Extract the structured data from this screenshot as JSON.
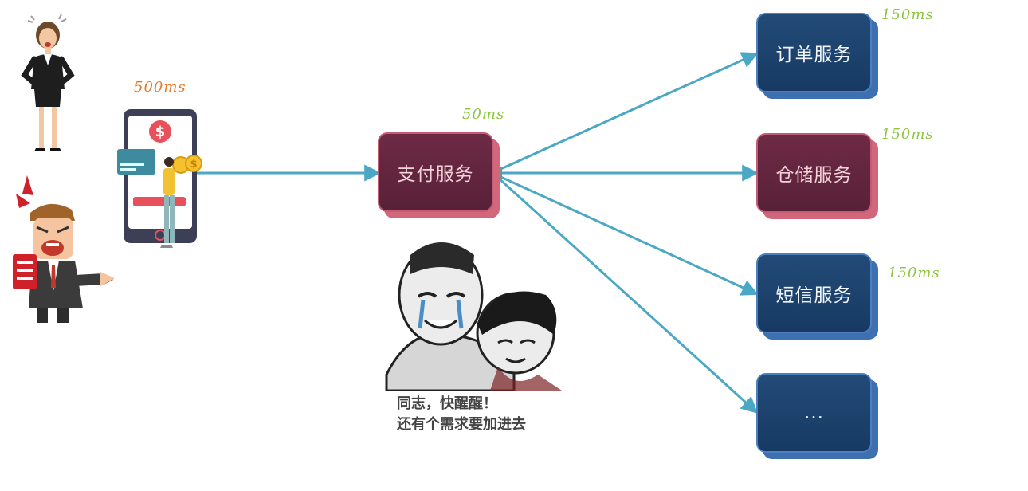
{
  "colors": {
    "arrow": "#4aa8c4",
    "service_blue": "#1c4470",
    "service_red": "#622540",
    "timing_orange": "#e07a2a",
    "timing_green": "#8dc63f"
  },
  "client": {
    "timing": "500ms"
  },
  "payment": {
    "label": "支付服务",
    "timing": "50ms"
  },
  "services": [
    {
      "label": "订单服务",
      "timing": "150ms"
    },
    {
      "label": "仓储服务",
      "timing": "150ms"
    },
    {
      "label": "短信服务",
      "timing": "150ms"
    },
    {
      "label": "...",
      "timing": ""
    }
  ],
  "meme": {
    "caption_line1": "同志，快醒醒！",
    "caption_line2": "还有个需求要加进去"
  },
  "icons": [
    "angry-businesswoman-icon",
    "shouting-businessman-icon",
    "mobile-payment-icon",
    "crying-meme-icon"
  ]
}
